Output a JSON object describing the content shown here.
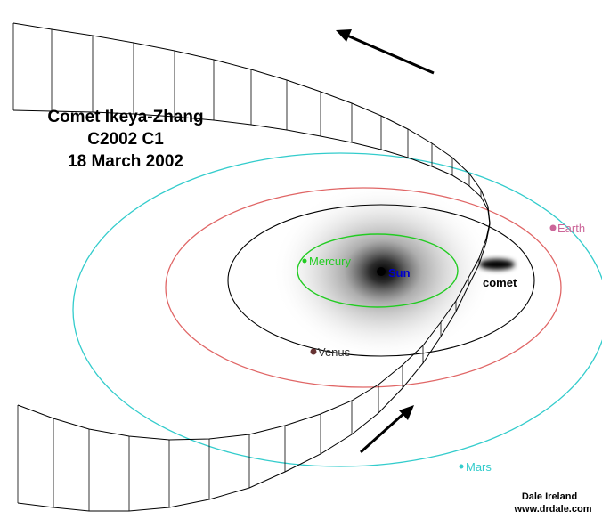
{
  "title": {
    "line1": "Comet Ikeya-Zhang",
    "line2": "C2002 C1",
    "line3": "18 March 2002"
  },
  "bodies": {
    "sun": "Sun",
    "mercury": "Mercury",
    "venus": "Venus",
    "earth": "Earth",
    "mars": "Mars",
    "comet": "comet"
  },
  "colors": {
    "mercury": "#22cc22",
    "venus": "#663333",
    "earth": "#cc6699",
    "mars": "#33cccc",
    "sun": "#0000cc",
    "earth_orbit": "#e06666",
    "mars_orbit": "#33cccc",
    "venus_orbit": "#000000",
    "comet_orbit": "#000000"
  },
  "credit": {
    "author": "Dale Ireland",
    "site": "www.drdale.com"
  }
}
